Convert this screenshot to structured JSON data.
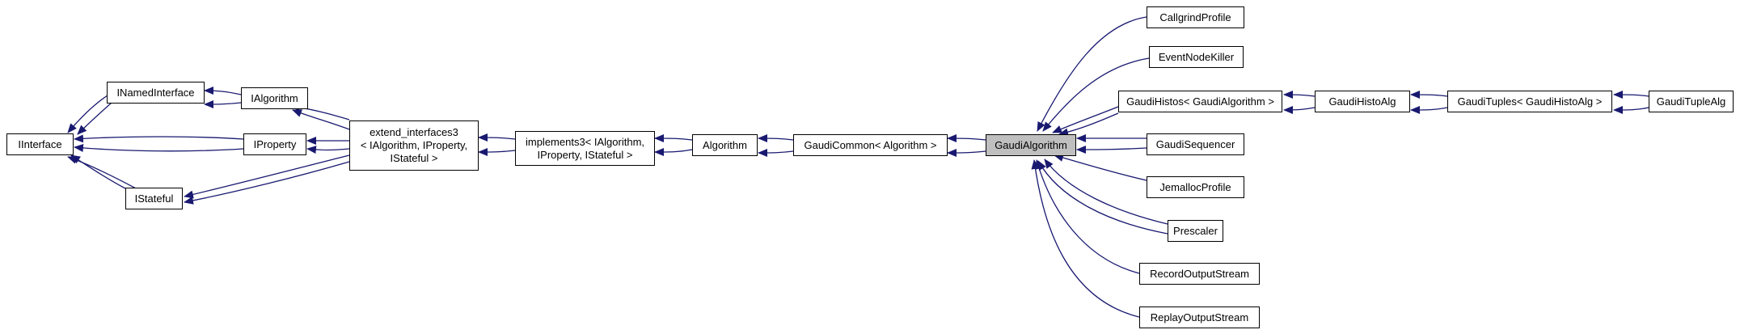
{
  "nodes": {
    "iinterface": [
      "IInterface"
    ],
    "inamedinterface": [
      "INamedInterface"
    ],
    "ialgorithm": [
      "IAlgorithm"
    ],
    "iproperty": [
      "IProperty"
    ],
    "istateful": [
      "IStateful"
    ],
    "extend_interfaces": [
      "extend_interfaces3",
      "< IAlgorithm, IProperty,",
      "IStateful >"
    ],
    "implements3": [
      "implements3< IAlgorithm,",
      "IProperty, IStateful >"
    ],
    "algorithm": [
      "Algorithm"
    ],
    "gaudicommon": [
      "GaudiCommon< Algorithm >"
    ],
    "gaudialgorithm": [
      "GaudiAlgorithm"
    ],
    "callgrindprofile": [
      "CallgrindProfile"
    ],
    "eventnodekiller": [
      "EventNodeKiller"
    ],
    "gaudihistos": [
      "GaudiHistos< GaudiAlgorithm >"
    ],
    "gaudihistoalg": [
      "GaudiHistoAlg"
    ],
    "gaudituples": [
      "GaudiTuples< GaudiHistoAlg >"
    ],
    "gaudituplealg": [
      "GaudiTupleAlg"
    ],
    "gaudisequencer": [
      "GaudiSequencer"
    ],
    "jemallocprofile": [
      "JemallocProfile"
    ],
    "prescaler": [
      "Prescaler"
    ],
    "recordoutputstream": [
      "RecordOutputStream"
    ],
    "replayoutputstream": [
      "ReplayOutputStream"
    ]
  },
  "current_node": "gaudialgorithm",
  "edges": [
    [
      "inamedinterface",
      "iinterface"
    ],
    [
      "iproperty",
      "iinterface"
    ],
    [
      "istateful",
      "iinterface"
    ],
    [
      "ialgorithm",
      "inamedinterface"
    ],
    [
      "extend_interfaces",
      "ialgorithm"
    ],
    [
      "extend_interfaces",
      "iproperty"
    ],
    [
      "extend_interfaces",
      "istateful"
    ],
    [
      "implements3",
      "extend_interfaces"
    ],
    [
      "algorithm",
      "implements3"
    ],
    [
      "gaudicommon",
      "algorithm"
    ],
    [
      "gaudialgorithm",
      "gaudicommon"
    ],
    [
      "callgrindprofile",
      "gaudialgorithm"
    ],
    [
      "eventnodekiller",
      "gaudialgorithm"
    ],
    [
      "gaudihistos",
      "gaudialgorithm"
    ],
    [
      "gaudihistoalg",
      "gaudihistos"
    ],
    [
      "gaudituples",
      "gaudihistoalg"
    ],
    [
      "gaudituplealg",
      "gaudituples"
    ],
    [
      "gaudisequencer",
      "gaudialgorithm"
    ],
    [
      "jemallocprofile",
      "gaudialgorithm"
    ],
    [
      "prescaler",
      "gaudialgorithm"
    ],
    [
      "recordoutputstream",
      "gaudialgorithm"
    ],
    [
      "replayoutputstream",
      "gaudialgorithm"
    ]
  ],
  "colors": {
    "edge": "#191970",
    "node_border": "#000000",
    "current_fill": "#bfbfbf"
  }
}
